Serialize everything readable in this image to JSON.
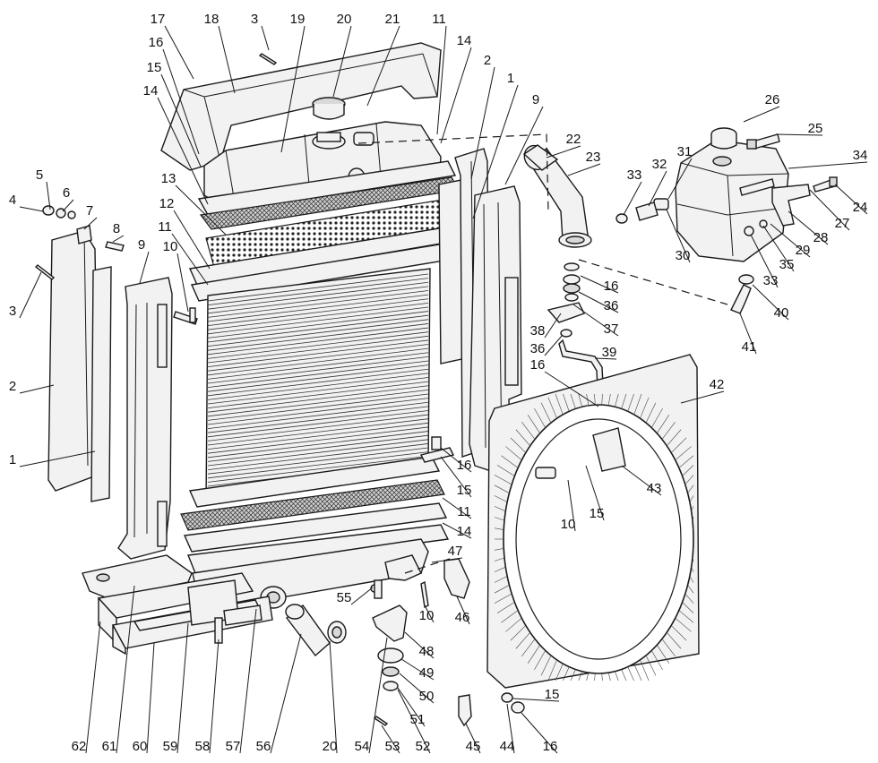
{
  "labels": [
    {
      "id": "l1",
      "text": "17"
    },
    {
      "id": "l2",
      "text": "18"
    },
    {
      "id": "l3",
      "text": "3"
    },
    {
      "id": "l4",
      "text": "19"
    },
    {
      "id": "l5",
      "text": "20"
    },
    {
      "id": "l6",
      "text": "21"
    },
    {
      "id": "l7",
      "text": "11"
    },
    {
      "id": "l8",
      "text": "14"
    },
    {
      "id": "l9",
      "text": "16"
    },
    {
      "id": "l10",
      "text": "15"
    },
    {
      "id": "l11",
      "text": "14"
    },
    {
      "id": "l12",
      "text": "2"
    },
    {
      "id": "l13",
      "text": "1"
    },
    {
      "id": "l14",
      "text": "9"
    },
    {
      "id": "l15",
      "text": "22"
    },
    {
      "id": "l16",
      "text": "23"
    },
    {
      "id": "l17",
      "text": "26"
    },
    {
      "id": "l18",
      "text": "25"
    },
    {
      "id": "l19",
      "text": "34"
    },
    {
      "id": "l20",
      "text": "31"
    },
    {
      "id": "l21",
      "text": "32"
    },
    {
      "id": "l22",
      "text": "33"
    },
    {
      "id": "l23",
      "text": "24"
    },
    {
      "id": "l24",
      "text": "27"
    },
    {
      "id": "l25",
      "text": "28"
    },
    {
      "id": "l26",
      "text": "29"
    },
    {
      "id": "l27",
      "text": "35"
    },
    {
      "id": "l28",
      "text": "33"
    },
    {
      "id": "l29",
      "text": "30"
    },
    {
      "id": "l30",
      "text": "40"
    },
    {
      "id": "l31",
      "text": "41"
    },
    {
      "id": "l32",
      "text": "16"
    },
    {
      "id": "l33",
      "text": "36"
    },
    {
      "id": "l34",
      "text": "37"
    },
    {
      "id": "l35",
      "text": "38"
    },
    {
      "id": "l36",
      "text": "36"
    },
    {
      "id": "l37",
      "text": "39"
    },
    {
      "id": "l38",
      "text": "16"
    },
    {
      "id": "l39",
      "text": "42"
    },
    {
      "id": "l40",
      "text": "43"
    },
    {
      "id": "l41",
      "text": "10"
    },
    {
      "id": "l42",
      "text": "15"
    },
    {
      "id": "l43",
      "text": "5"
    },
    {
      "id": "l44",
      "text": "4"
    },
    {
      "id": "l45",
      "text": "6"
    },
    {
      "id": "l46",
      "text": "7"
    },
    {
      "id": "l47",
      "text": "8"
    },
    {
      "id": "l48",
      "text": "3"
    },
    {
      "id": "l49",
      "text": "2"
    },
    {
      "id": "l50",
      "text": "1"
    },
    {
      "id": "l51",
      "text": "9"
    },
    {
      "id": "l52",
      "text": "10"
    },
    {
      "id": "l53",
      "text": "13"
    },
    {
      "id": "l54",
      "text": "12"
    },
    {
      "id": "l55",
      "text": "11"
    },
    {
      "id": "l56",
      "text": "16"
    },
    {
      "id": "l57",
      "text": "15"
    },
    {
      "id": "l58",
      "text": "11"
    },
    {
      "id": "l59",
      "text": "14"
    },
    {
      "id": "l60",
      "text": "47"
    },
    {
      "id": "l61",
      "text": "55"
    },
    {
      "id": "l62",
      "text": "10"
    },
    {
      "id": "l63",
      "text": "46"
    },
    {
      "id": "l64",
      "text": "48"
    },
    {
      "id": "l65",
      "text": "49"
    },
    {
      "id": "l66",
      "text": "50"
    },
    {
      "id": "l67",
      "text": "51"
    },
    {
      "id": "l68",
      "text": "15"
    },
    {
      "id": "l69",
      "text": "62"
    },
    {
      "id": "l70",
      "text": "61"
    },
    {
      "id": "l71",
      "text": "60"
    },
    {
      "id": "l72",
      "text": "59"
    },
    {
      "id": "l73",
      "text": "58"
    },
    {
      "id": "l74",
      "text": "57"
    },
    {
      "id": "l75",
      "text": "56"
    },
    {
      "id": "l76",
      "text": "20"
    },
    {
      "id": "l77",
      "text": "54"
    },
    {
      "id": "l78",
      "text": "53"
    },
    {
      "id": "l79",
      "text": "52"
    },
    {
      "id": "l80",
      "text": "45"
    },
    {
      "id": "l81",
      "text": "44"
    },
    {
      "id": "l82",
      "text": "16"
    }
  ]
}
